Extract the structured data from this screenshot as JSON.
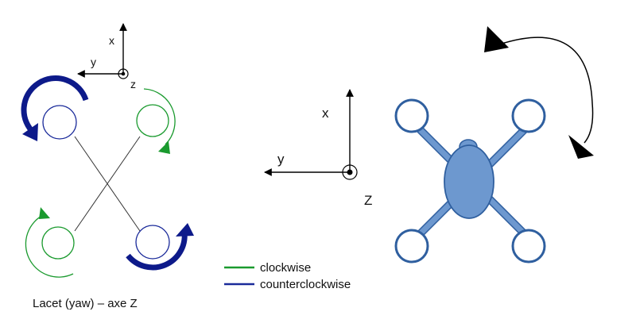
{
  "small_axes": {
    "x": "x",
    "y": "y",
    "z": "z"
  },
  "center_axes": {
    "x": "x",
    "y": "y",
    "z": "Z"
  },
  "legend": {
    "items": [
      {
        "label": "clockwise",
        "color": "#1a9a2e"
      },
      {
        "label": "counterclockwise",
        "color": "#1a2a9a"
      }
    ]
  },
  "caption": "Lacet (yaw) – axe Z",
  "colors": {
    "cw": "#1a9a2e",
    "ccw": "#1a2a9a",
    "ccw_arrow": "#0d1a8a",
    "drone_stroke": "#2f5f9f",
    "drone_fill": "#6d98cf"
  }
}
